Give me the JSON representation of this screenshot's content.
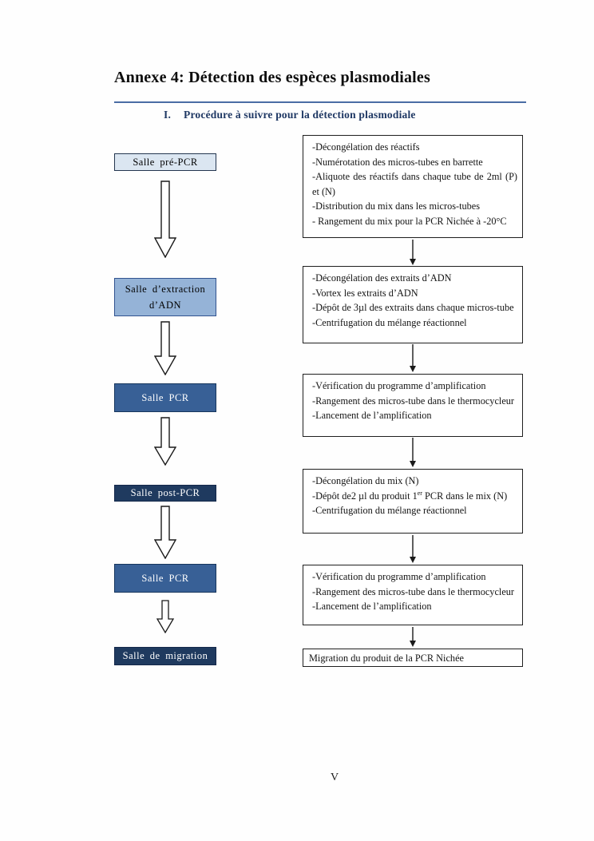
{
  "header": {
    "title": "Annexe 4: Détection des espèces plasmodiales",
    "section_number": "I.",
    "section_title": "Procédure à suivre pour la détection plasmodiale"
  },
  "footer": {
    "page_number": "V"
  },
  "colors": {
    "heading_text": "#1F3864",
    "title_rule_blue": "#4A6DA4",
    "pale_blue": "#DBE6F1",
    "light_blue": "#95B3D7",
    "medium_blue": "#386096",
    "dark_navy": "#1F3A5F",
    "right_box_border": "#1F1F1F"
  },
  "flow": {
    "left_boxes": [
      {
        "label": "Salle pré-PCR",
        "fill": "#DBE6F1",
        "text_color": "#000000"
      },
      {
        "line1": "Salle d’extraction",
        "line2": "d’ADN",
        "fill": "#95B3D7",
        "text_color": "#000000"
      },
      {
        "label": "Salle PCR",
        "fill": "#386096",
        "text_color": "#FFFFFF"
      },
      {
        "label": "Salle post-PCR",
        "fill": "#1F3A5F",
        "text_color": "#FFFFFF"
      },
      {
        "label": "Salle PCR",
        "fill": "#386096",
        "text_color": "#FFFFFF"
      },
      {
        "label": "Salle de migration",
        "fill": "#1F3A5F",
        "text_color": "#FFFFFF"
      }
    ],
    "right_boxes": [
      {
        "items": [
          "-Décongélation des réactifs",
          "-Numérotation des micros-tubes en barrette",
          "-Aliquote des réactifs dans chaque tube de 2ml (P) et (N)",
          "-Distribution du mix dans les micros-tubes",
          "- Rangement du mix pour la PCR Nichée à -20°C"
        ]
      },
      {
        "items": [
          "-Décongélation des extraits d’ADN",
          "-Vortex les extraits d’ADN",
          "-Dépôt de 3µl des extraits dans chaque micros-tube",
          "-Centrifugation du mélange réactionnel"
        ]
      },
      {
        "items": [
          "-Vérification du programme d’amplification",
          "-Rangement des micros-tube dans le thermocycleur",
          "-Lancement de l’amplification"
        ]
      },
      {
        "item1": "-Décongélation du mix (N)",
        "item2_pre": "-Dépôt de2 µl du produit 1",
        "item2_sup": "er",
        "item2_post": " PCR dans le mix (N)",
        "item3": "-Centrifugation du mélange réactionnel"
      },
      {
        "items": [
          "-Vérification du programme d’amplification",
          "-Rangement des micros-tube dans le thermocycleur",
          "-Lancement de l’amplification"
        ]
      },
      {
        "text": "Migration du produit de la PCR Nichée"
      }
    ]
  }
}
